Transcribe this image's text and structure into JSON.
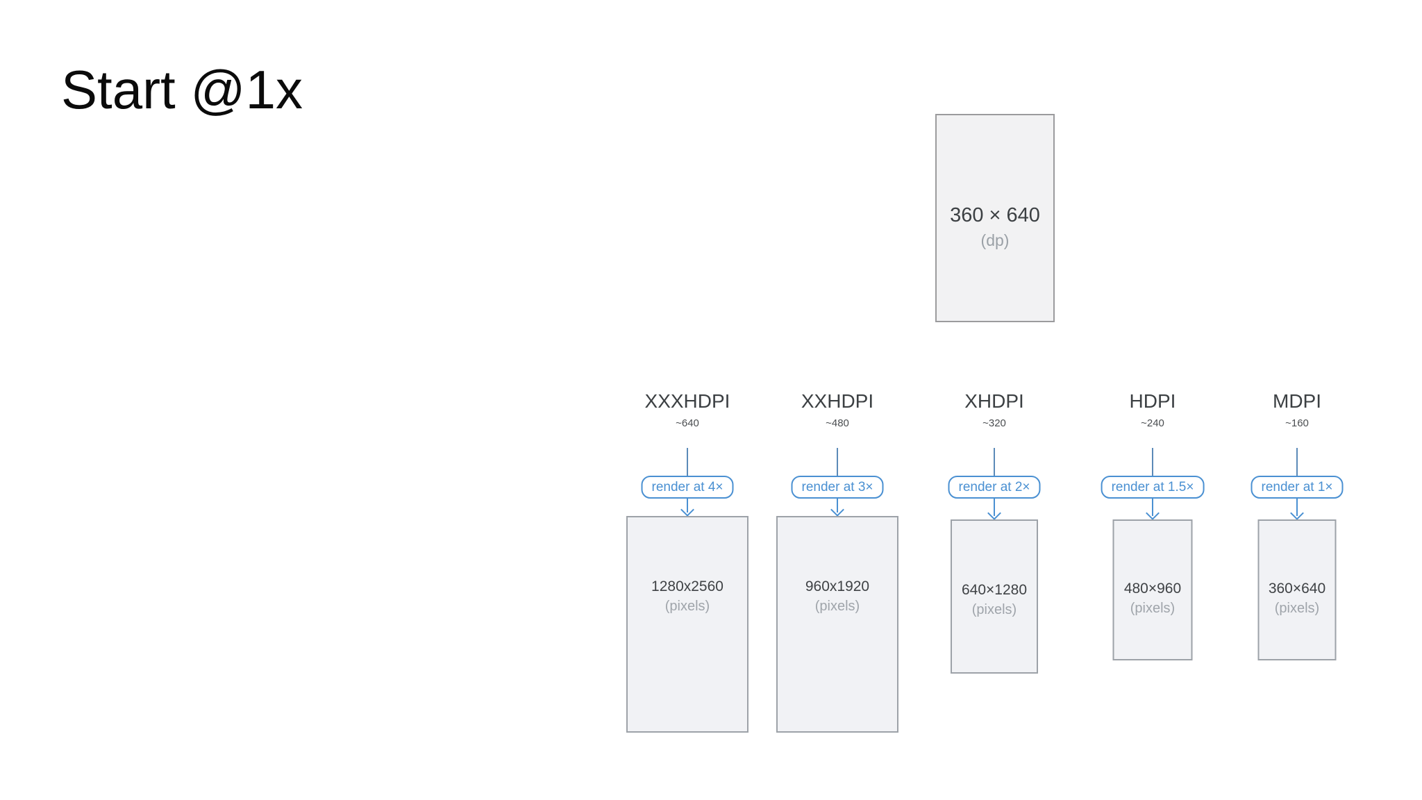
{
  "title": "Start @1x",
  "source": {
    "size": "360 × 640",
    "unit": "(dp)"
  },
  "columns": [
    {
      "name": "XXXHDPI",
      "density": "~640",
      "render_label": "render at 4×",
      "pixels": "1280x2560",
      "unit": "(pixels)"
    },
    {
      "name": "XXHDPI",
      "density": "~480",
      "render_label": "render at 3×",
      "pixels": "960x1920",
      "unit": "(pixels)"
    },
    {
      "name": "XHDPI",
      "density": "~320",
      "render_label": "render at 2×",
      "pixels": "640×1280",
      "unit": "(pixels)"
    },
    {
      "name": "HDPI",
      "density": "~240",
      "render_label": "render at 1.5×",
      "pixels": "480×960",
      "unit": "(pixels)"
    },
    {
      "name": "MDPI",
      "density": "~160",
      "render_label": "render at 1×",
      "pixels": "360×640",
      "unit": "(pixels)"
    }
  ],
  "colors": {
    "accent": "#4a90d2",
    "stem": "#5b8ab8",
    "box_fill": "#f1f2f5",
    "box_border": "#9da2a8",
    "text_dark": "#3c4043",
    "text_muted": "#9aa0a6"
  }
}
